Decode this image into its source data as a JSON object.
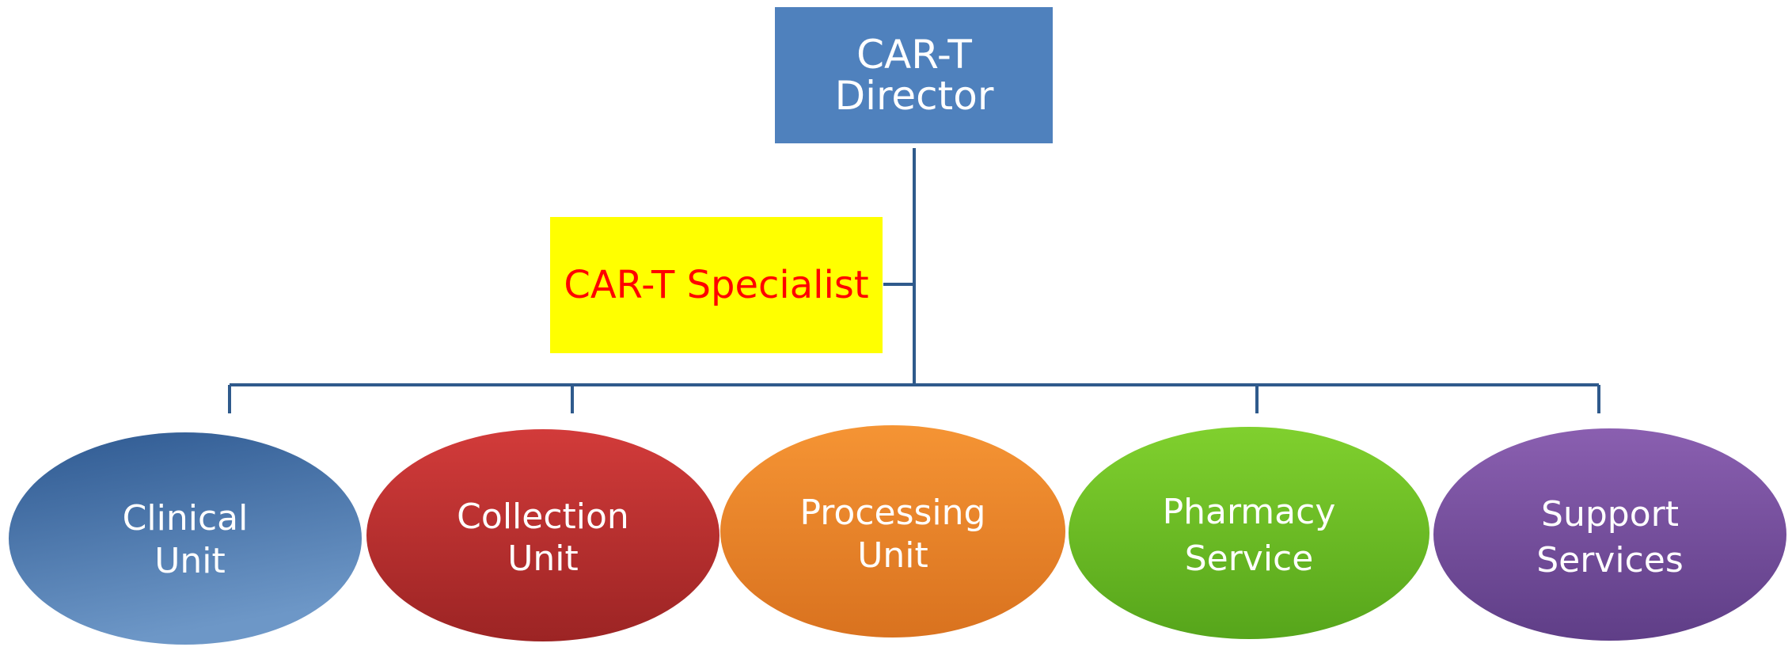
{
  "director": {
    "line1": "CAR-T",
    "line2": "Director",
    "color": "#4f81bd"
  },
  "specialist": {
    "label": "CAR-T Specialist",
    "background": "#ffff00",
    "text_color": "#ff0000"
  },
  "connector_color": "#2f5a8c",
  "units": [
    {
      "line1": "Clinical",
      "line2": "Unit",
      "color_light": "#6d97c7",
      "color_dark": "#2e5991"
    },
    {
      "line1": "Collection",
      "line2": "Unit",
      "color_light": "#d23b3a",
      "color_dark": "#9c2424"
    },
    {
      "line1": "Processing",
      "line2": "Unit",
      "color_light": "#f59434",
      "color_dark": "#d9721f"
    },
    {
      "line1": "Pharmacy",
      "line2": "Service",
      "color_light": "#80d02e",
      "color_dark": "#56a51b"
    },
    {
      "line1": "Support",
      "line2": "Services",
      "color_light": "#8a5fb0",
      "color_dark": "#5f3e87"
    }
  ]
}
